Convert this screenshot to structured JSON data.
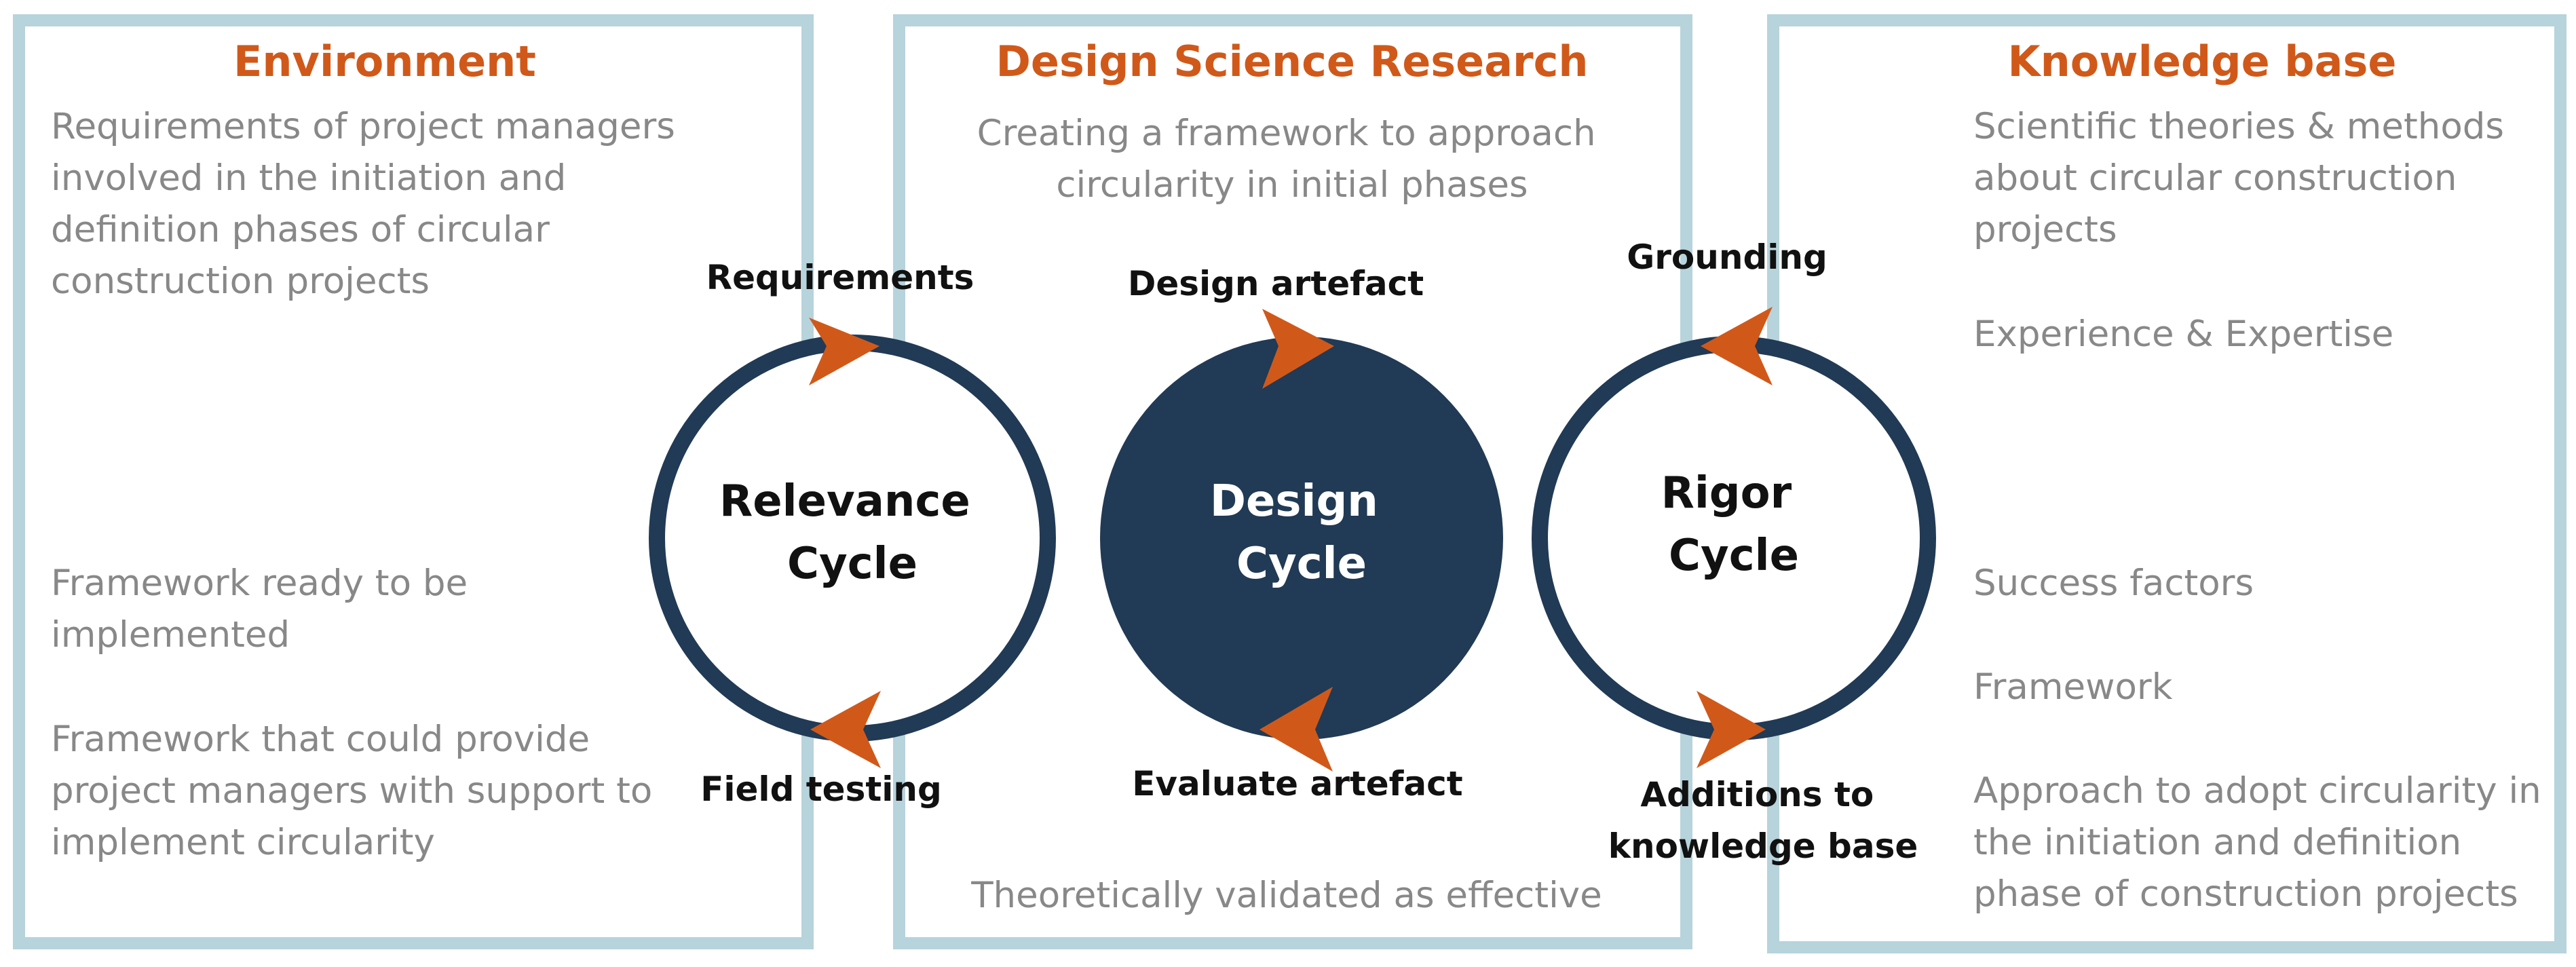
{
  "colors": {
    "panel_border": "#b7d3dc",
    "heading": "#d0591a",
    "body_text": "#888888",
    "cycle_dark": "#213a55",
    "arrow": "#d0591a",
    "label_text": "#111111",
    "title_on_light": "#111111",
    "title_on_dark": "#ffffff"
  },
  "environment": {
    "title": "Environment",
    "requirements_text": [
      "Requirements of project managers",
      "involved in the initiation and",
      "definition phases of circular",
      "construction projects"
    ],
    "ready_text": [
      "Framework ready to be",
      "implemented"
    ],
    "support_text": [
      "Framework that could provide",
      "project managers with support to",
      "implement circularity"
    ]
  },
  "design_science": {
    "title": "Design Science Research",
    "intro_text": [
      "Creating a framework to approach",
      "circularity in initial phases"
    ],
    "outcome_text": "Theoretically validated as effective"
  },
  "knowledge_base": {
    "title": "Knowledge base",
    "theories_text": [
      "Scientific theories & methods",
      "about circular construction",
      "projects"
    ],
    "experience_text": "Experience & Expertise",
    "success_text": "Success factors",
    "framework_text": "Framework",
    "approach_text": [
      "Approach to adopt circularity in",
      "the initiation and definition",
      "phase of construction projects"
    ]
  },
  "relevance_cycle": {
    "title": [
      "Relevance",
      "Cycle"
    ],
    "top_label": "Requirements",
    "bottom_label": "Field testing"
  },
  "design_cycle": {
    "title": [
      "Design",
      "Cycle"
    ],
    "top_label": "Design artefact",
    "bottom_label": "Evaluate artefact"
  },
  "rigor_cycle": {
    "title": [
      "Rigor",
      "Cycle"
    ],
    "top_label": "Grounding",
    "bottom_label": [
      "Additions to",
      "knowledge base"
    ]
  }
}
